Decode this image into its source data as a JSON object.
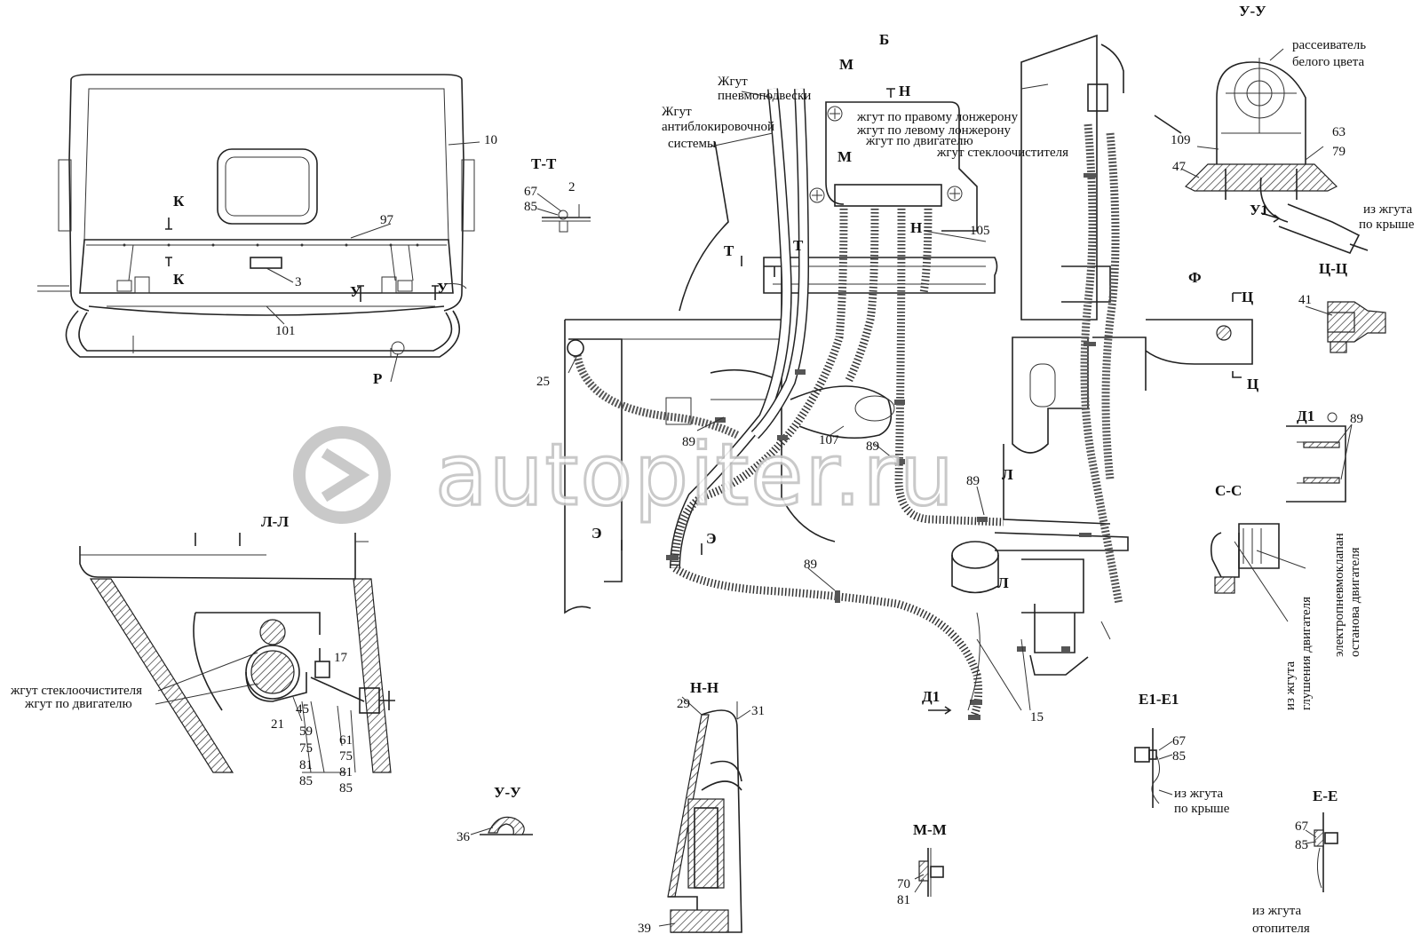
{
  "watermark": "autopiter.ru",
  "colors": {
    "line": "#222222",
    "watermark": "#c4c4c4",
    "background": "#ffffff"
  },
  "sections": {
    "uu_top": "У-У",
    "tt": "Т-Т",
    "b": "Б",
    "ff": "Ф",
    "tsts": "Ц-Ц",
    "d1_head": "Д1",
    "ss": "С-С",
    "ll": "Л-Л",
    "nn": "Н-Н",
    "uu_bottom": "У-У",
    "mm": "М-М",
    "e1e1": "Е1-Е1",
    "ee": "Е-Е",
    "d1_label": "Д1",
    "u1": "У1"
  },
  "cut_marks": {
    "k": "К",
    "u": "У",
    "r": "Р",
    "t": "Т",
    "m": "М",
    "n": "Н",
    "l": "Л",
    "e": "Э",
    "ts": "Ц"
  },
  "captions": {
    "zhgut_pnevmo_1": "Жгут",
    "zhgut_pnevmo_2": "пневмоподвески",
    "zhgut_abs_1": "Жгут",
    "zhgut_abs_2": "антиблокировочной",
    "zhgut_abs_3": "системы",
    "pravy_lonzheron": "жгут по правому лонжерону",
    "levy_lonzheron": "жгут по левому лонжерону",
    "po_dvigatelyu": "жгут по двигателю",
    "stekloochistitelya": "жгут стеклоочистителя",
    "rasseivatel_1": "рассеиватель",
    "rasseivatel_2": "белого цвета",
    "iz_zhguta_krysha_1": "из жгута",
    "iz_zhguta_krysha_2": "по крыше",
    "ll_stekloochist": "жгут стеклоочистителя",
    "ll_dvigatel": "жгут по двигателю",
    "ss_glushenie_1": "из жгута",
    "ss_glushenie_2": "глушения двигателя",
    "ss_electro_1": "электропневмоклапан",
    "ss_electro_2": "останова двигателя",
    "e1_krysha_1": "из жгута",
    "e1_krysha_2": "по крыше",
    "ee_otopitel_1": "из жгута",
    "ee_otopitel_2": "отопителя"
  },
  "numbers": {
    "n10": "10",
    "n97": "97",
    "n3": "3",
    "n101": "101",
    "n67a": "67",
    "n85a": "85",
    "n2": "2",
    "n105": "105",
    "n25": "25",
    "n89a": "89",
    "n107": "107",
    "n89b": "89",
    "n89c": "89",
    "n89d": "89",
    "n15": "15",
    "n109": "109",
    "n47": "47",
    "n63": "63",
    "n79": "79",
    "n41": "41",
    "n89e": "89",
    "n17": "17",
    "n45": "45",
    "n21": "21",
    "n59": "59",
    "n75a": "75",
    "n81a": "81",
    "n85b": "85",
    "n61": "61",
    "n75b": "75",
    "n81b": "81",
    "n85c": "85",
    "n29": "29",
    "n31": "31",
    "n39": "39",
    "n36": "36",
    "n70": "70",
    "n81c": "81",
    "n67b": "67",
    "n85d": "85",
    "n67c": "67",
    "n85e": "85"
  }
}
